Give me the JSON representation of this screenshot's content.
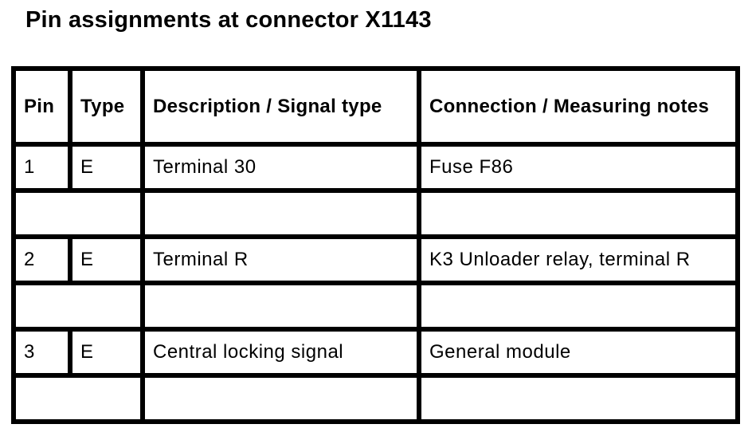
{
  "page": {
    "title": "Pin assignments at connector X1143"
  },
  "table": {
    "headers": {
      "pin": "Pin",
      "type": "Type",
      "description": "Description / Signal type",
      "connection": "Connection /\nMeasuring notes"
    },
    "rows": [
      {
        "pin": "1",
        "type": "E",
        "description": "Terminal 30",
        "connection": "Fuse F86"
      },
      {
        "pin": "2",
        "type": "E",
        "description": "Terminal R",
        "connection": "K3 Unloader relay, terminal R"
      },
      {
        "pin": "3",
        "type": "E",
        "description": "Central locking signal",
        "connection": "General module"
      }
    ]
  },
  "colors": {
    "text": "#000000",
    "border": "#000000",
    "background": "#ffffff"
  }
}
